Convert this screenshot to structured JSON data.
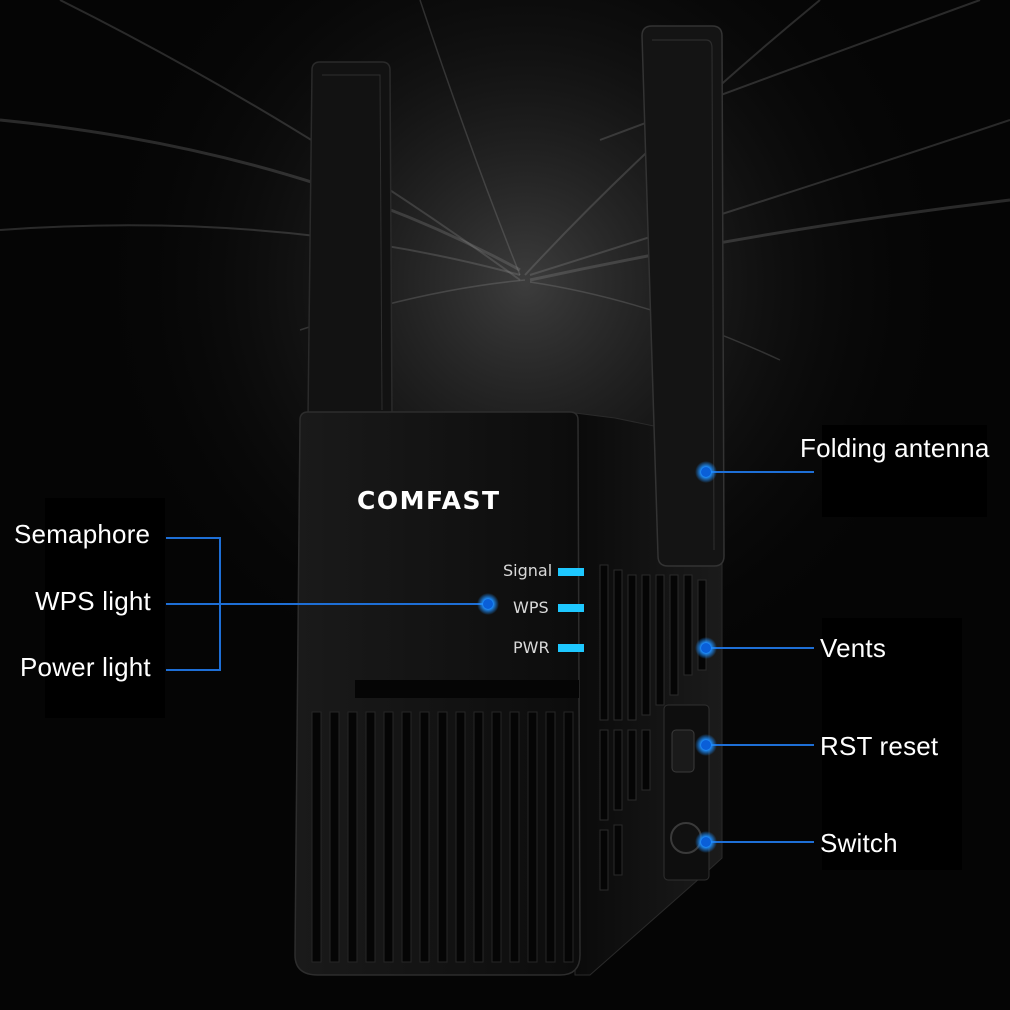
{
  "device": {
    "brand": "COMFAST",
    "leds": [
      {
        "label": "Signal"
      },
      {
        "label": "WPS"
      },
      {
        "label": "PWR"
      }
    ],
    "led_color": "#1ec8ff"
  },
  "callouts": {
    "folding_antenna": "Folding antenna",
    "semaphore": "Semaphore",
    "wps_light": "WPS light",
    "power_light": "Power light",
    "vents": "Vents",
    "rst_reset": "RST reset",
    "switch": "Switch"
  },
  "colors": {
    "callout_line": "#1e6fd6",
    "callout_dot": "#1e8fff",
    "background": "#050505",
    "device_body": "#141414"
  }
}
